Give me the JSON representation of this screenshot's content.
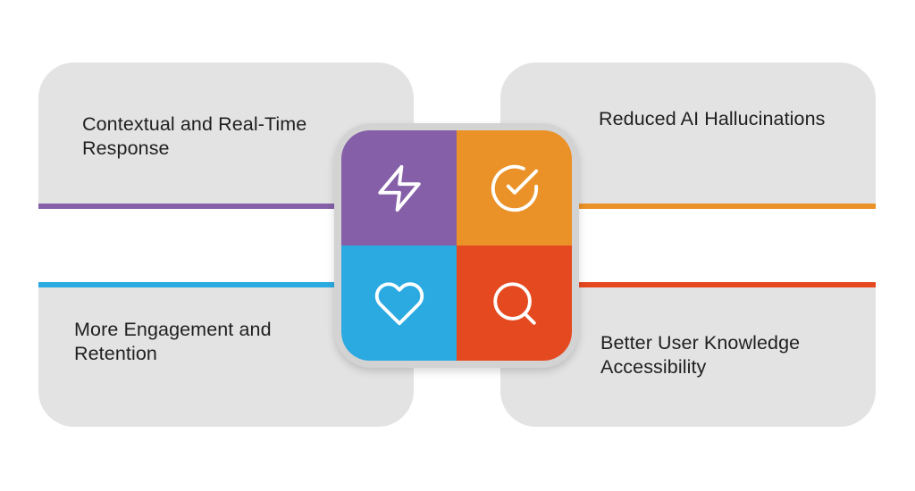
{
  "quadrants": [
    {
      "position": "top-left",
      "label": "Contextual and Real-Time\nResponse",
      "accent_color": "#8560a8",
      "icon": "lightning-icon"
    },
    {
      "position": "top-right",
      "label": "Reduced AI Hallucinations",
      "accent_color": "#ea9228",
      "icon": "check-circle-icon"
    },
    {
      "position": "bottom-left",
      "label": "More Engagement and\nRetention",
      "accent_color": "#2aaae1",
      "icon": "heart-icon"
    },
    {
      "position": "bottom-right",
      "label": "Better User Knowledge\nAccessibility",
      "accent_color": "#e5491f",
      "icon": "search-icon"
    }
  ],
  "colors": {
    "background": "#ffffff",
    "card": "#e3e3e3",
    "icon_tile_ring": "#d3d3d3",
    "icon_stroke": "#ffffff",
    "text": "#1f1f1f"
  }
}
